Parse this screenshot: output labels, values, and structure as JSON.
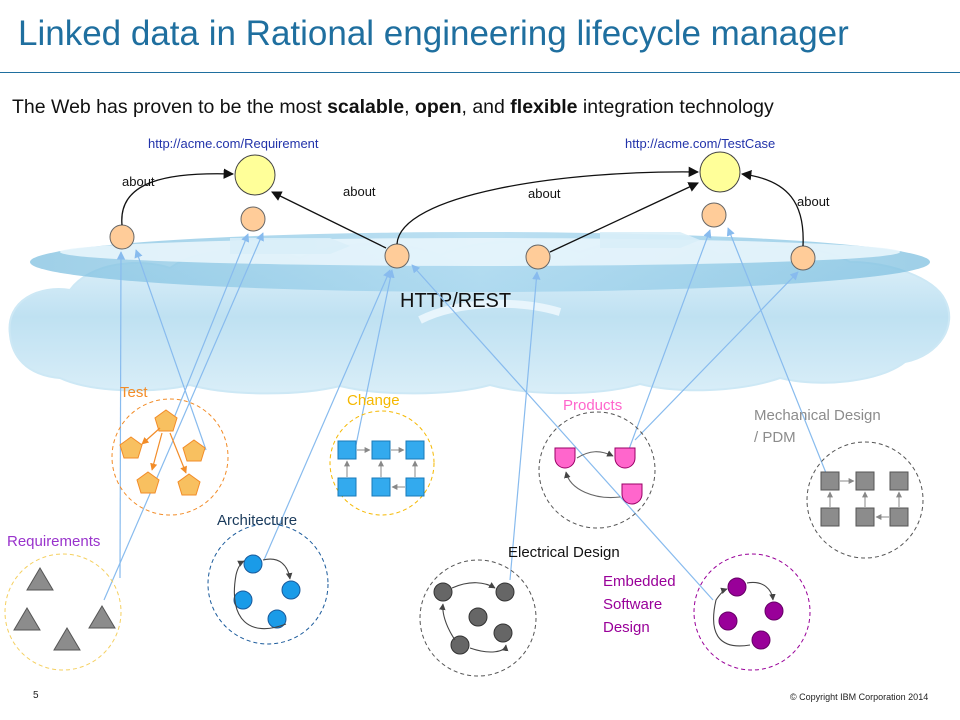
{
  "title": "Linked data in Rational engineering lifecycle manager",
  "subtitle": {
    "part1": "The Web has proven to be the most ",
    "bold1": "scalable",
    "part2": ", ",
    "bold2": "open",
    "part3": ", and ",
    "bold3": "flexible",
    "part4": " integration technology"
  },
  "resources": {
    "requirement_uri": "http://acme.com/Requirement",
    "testcase_uri": "http://acme.com/TestCase"
  },
  "link_label": "about",
  "protocol_label": "HTTP/REST",
  "domains": {
    "test": "Test",
    "change": "Change",
    "products": "Products",
    "mechanical_line1": "Mechanical Design",
    "mechanical_line2": "/ PDM",
    "requirements": "Requirements",
    "architecture": "Architecture",
    "electrical": "Electrical Design",
    "embedded_line1": "Embedded",
    "embedded_line2": "Software",
    "embedded_line3": "Design"
  },
  "colors": {
    "title": "#1f6f9f",
    "resource_node": "#ffff99",
    "link_node": "#ffcc99",
    "test": "#f28c28",
    "change": "#f5b800",
    "products": "#ff66cc",
    "mechanical": "#8c8c8c",
    "requirements": "#9933cc",
    "architecture": "#1a9be8",
    "electrical": "#555555",
    "embedded": "#990099",
    "link_line": "#88bbee"
  },
  "footer": {
    "page_number": "5",
    "copyright": "© Copyright IBM Corporation 2014"
  }
}
